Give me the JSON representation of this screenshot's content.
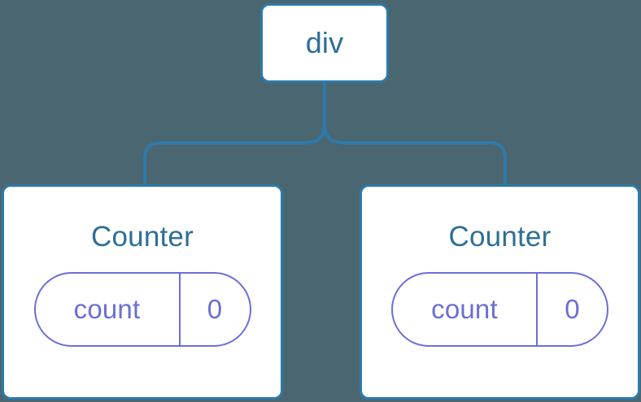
{
  "diagram": {
    "type": "component-tree",
    "background_color": "#4a6670",
    "node_border_color": "#2e7aab",
    "node_fill_color": "#ffffff",
    "node_label_color": "#2e6f96",
    "state_accent_color": "#6b6ed6",
    "connector_color": "#2e7aab"
  },
  "root": {
    "label": "div",
    "icon": "node-box-icon"
  },
  "children": [
    {
      "label": "Counter",
      "state": {
        "key": "count",
        "value": "0"
      }
    },
    {
      "label": "Counter",
      "state": {
        "key": "count",
        "value": "0"
      }
    }
  ]
}
